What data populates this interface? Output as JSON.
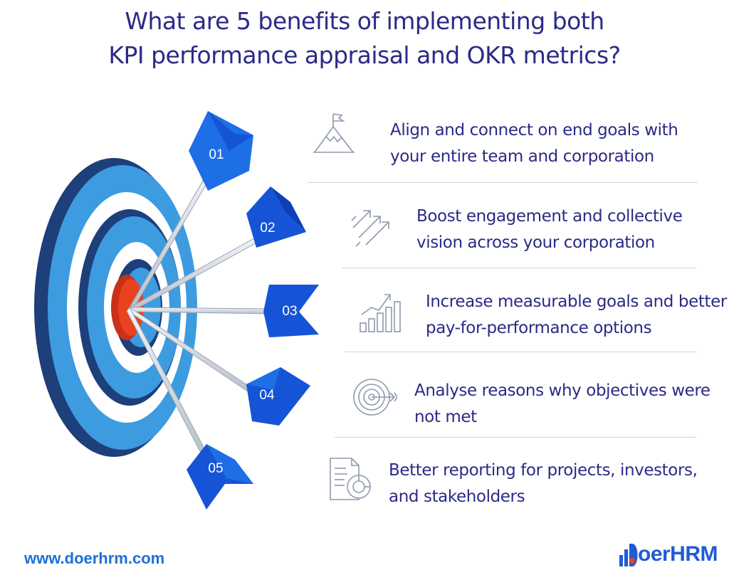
{
  "title": {
    "line1": "What are 5 benefits of implementing both",
    "line2": "KPI performance appraisal and OKR metrics?"
  },
  "benefits": [
    {
      "number": "01",
      "icon": "mountain-flag-icon",
      "line1": "Align and connect on end goals with",
      "line2": "your entire team and corporation"
    },
    {
      "number": "02",
      "icon": "growth-arrows-icon",
      "line1": "Boost engagement and collective",
      "line2": "vision across your corporation"
    },
    {
      "number": "03",
      "icon": "bar-chart-growth-icon",
      "line1": "Increase measurable goals and better",
      "line2": "pay-for-performance options"
    },
    {
      "number": "04",
      "icon": "target-arrow-icon",
      "line1": "Analyse reasons why objectives were",
      "line2": "not met"
    },
    {
      "number": "05",
      "icon": "report-document-icon",
      "line1": "Better reporting for projects, investors,",
      "line2": "and stakeholders"
    }
  ],
  "footer": {
    "url": "www.doerhrm.com",
    "logo_text": "oerHRM"
  },
  "colors": {
    "title": "#2b2a86",
    "ring_outer": "#3d9be0",
    "ring_dark": "#1d3f7a",
    "bullseye": "#e8421f",
    "arrow_tag": "#1554d6",
    "arrow_tag_light": "#1e6fe6",
    "link": "#1e6fd9"
  }
}
